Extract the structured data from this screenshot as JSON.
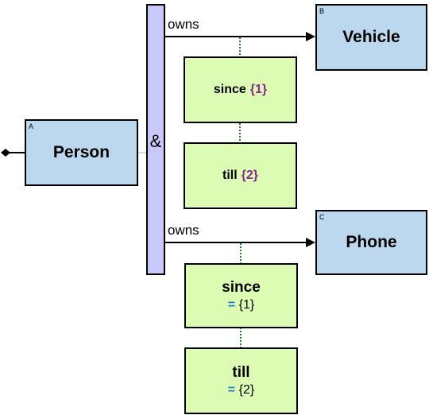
{
  "entities": {
    "person": {
      "tag": "A",
      "label": "Person"
    },
    "vehicle": {
      "tag": "B",
      "label": "Vehicle"
    },
    "phone": {
      "tag": "C",
      "label": "Phone"
    }
  },
  "conjunction": {
    "symbol": "&"
  },
  "relations": [
    {
      "verb": "owns"
    },
    {
      "verb": "owns"
    }
  ],
  "attributes": {
    "since_ref": {
      "name": "since",
      "value": "{1}"
    },
    "till_ref": {
      "name": "till",
      "value": "{2}"
    },
    "since_eq": {
      "name": "since",
      "op": "=",
      "value": "{1}"
    },
    "till_eq": {
      "name": "till",
      "op": "=",
      "value": "{2}"
    }
  },
  "colors": {
    "entity_fill": "#bcd8ee",
    "attribute_fill": "#dcfcb4",
    "bar_fill": "#c8c8fa",
    "ref_value": "#882a92",
    "equals_sign": "#1a7fd6",
    "dotted_link": "#1a8a1a"
  }
}
